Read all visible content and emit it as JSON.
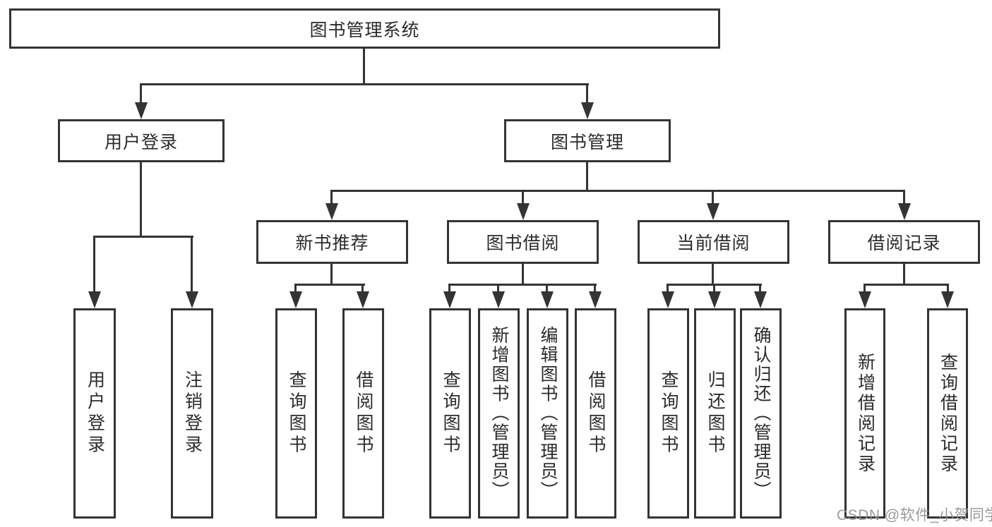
{
  "diagram": {
    "title_node": "图书管理系统",
    "root": "图书管理系统",
    "branches": [
      {
        "label": "用户登录",
        "children": [
          "用户登录",
          "注销登录"
        ]
      },
      {
        "label": "图书管理",
        "sections": [
          {
            "label": "新书推荐",
            "children": [
              "查询图书",
              "借阅图书"
            ]
          },
          {
            "label": "图书借阅",
            "children": [
              "查询图书",
              "新增图书（管理员）",
              "编辑图书（管理员）",
              "借阅图书"
            ]
          },
          {
            "label": "当前借阅",
            "children": [
              "查询图书",
              "归还图书",
              "确认归还（管理员）"
            ]
          },
          {
            "label": "借阅记录",
            "children": [
              "新增借阅记录",
              "查询借阅记录"
            ]
          }
        ]
      }
    ]
  },
  "watermark": "CSDN @软件_小贺同学",
  "colors": {
    "line": "#343434",
    "box_background": "#ffffff",
    "text": "#2b2b2b",
    "watermark": "#919191"
  }
}
